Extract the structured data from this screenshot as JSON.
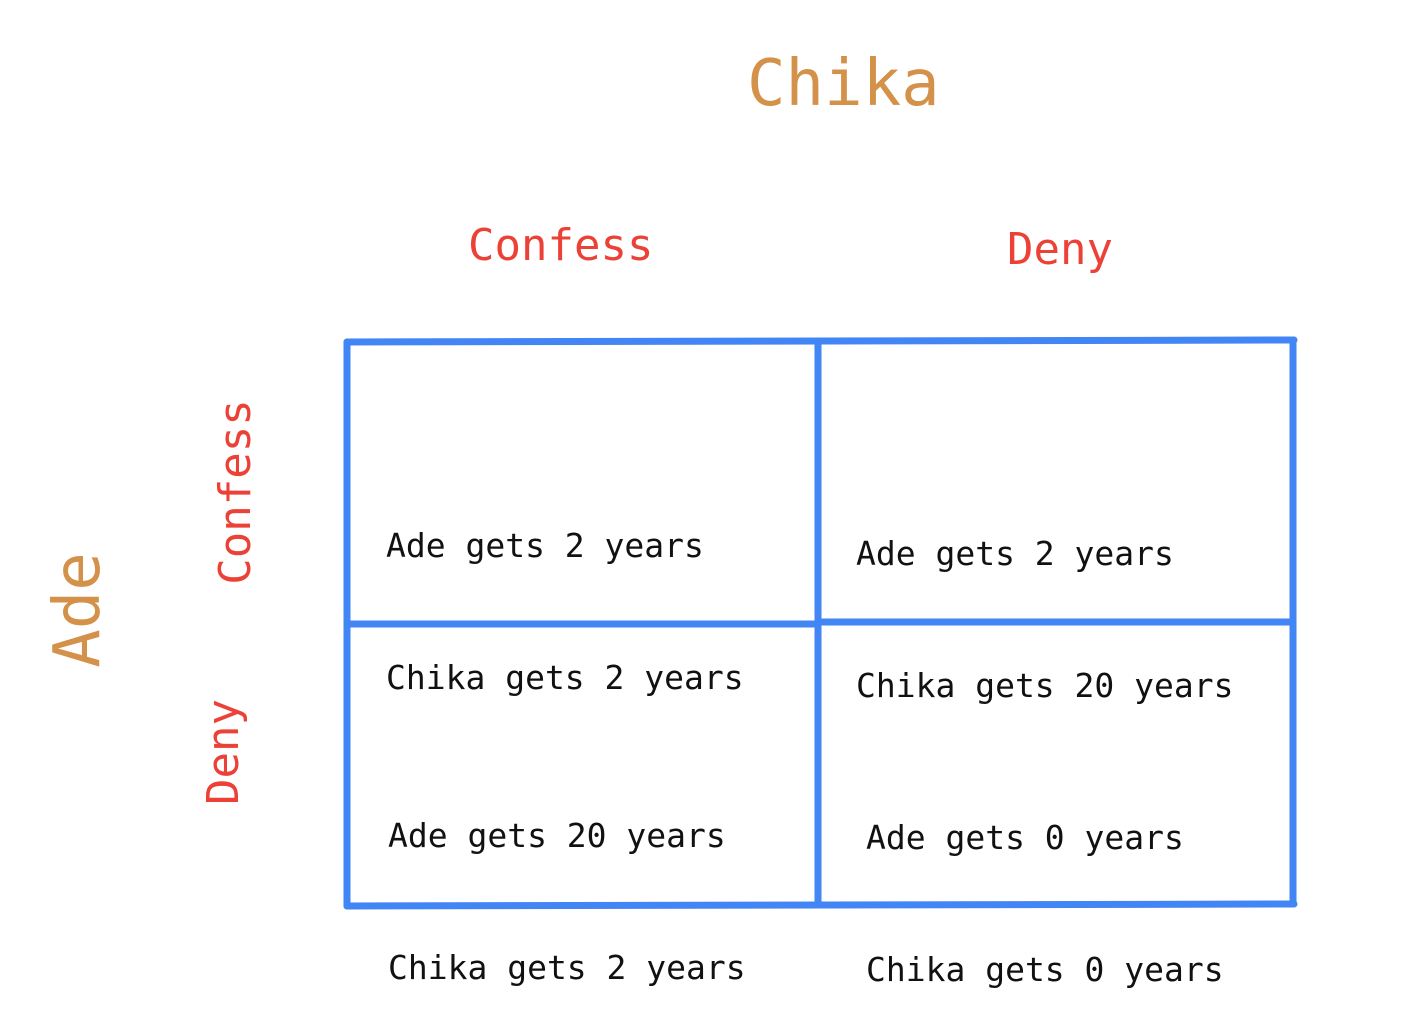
{
  "players": {
    "column": "Chika",
    "row": "Ade"
  },
  "strategies": {
    "column": [
      "Confess",
      "Deny"
    ],
    "row": [
      "Confess",
      "Deny"
    ]
  },
  "cells": {
    "confess_confess": {
      "ade": "Ade gets 2 years",
      "chika": "Chika gets 2 years"
    },
    "confess_deny": {
      "ade": "Ade gets 2 years",
      "chika": "Chika gets 20 years"
    },
    "deny_confess": {
      "ade": "Ade gets 20 years",
      "chika": "Chika gets 2 years"
    },
    "deny_deny": {
      "ade": "Ade gets 0 years",
      "chika": "Chika gets 0 years"
    }
  },
  "colors": {
    "player": "#d4914a",
    "strategy": "#ec4136",
    "grid": "#4285f4",
    "text": "#111111"
  }
}
